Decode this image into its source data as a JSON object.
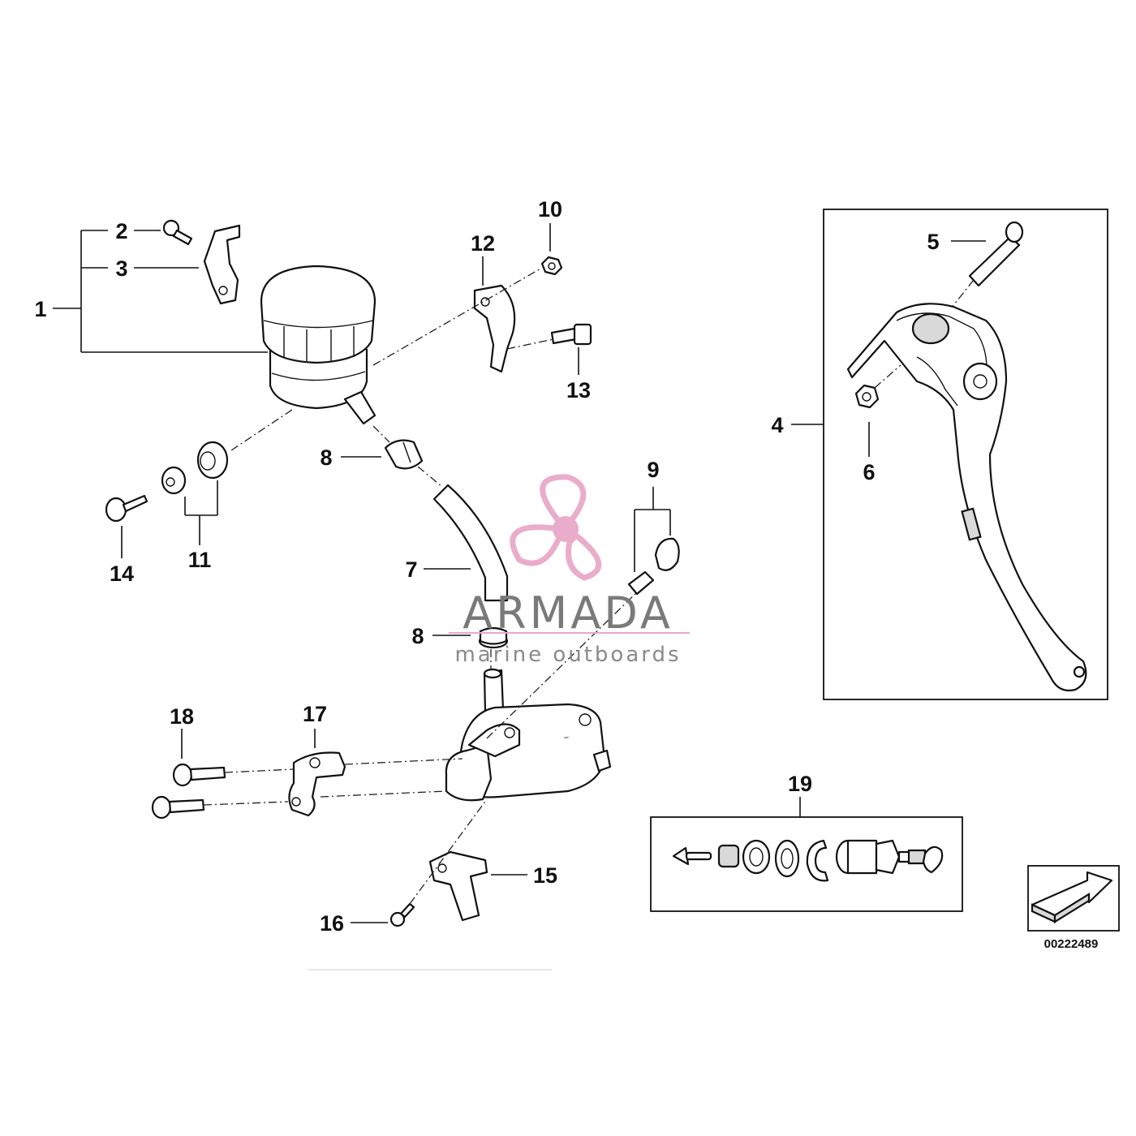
{
  "diagram": {
    "callouts": [
      "1",
      "2",
      "3",
      "4",
      "5",
      "6",
      "7",
      "8",
      "8",
      "9",
      "10",
      "11",
      "12",
      "13",
      "14",
      "15",
      "16",
      "17",
      "18",
      "19"
    ],
    "reference_number": "00222489",
    "watermark": {
      "brand": "ARMADA",
      "tagline": "marine outboards",
      "accent_color": "#e8a9c9"
    },
    "icons": [
      "propeller-logo-icon",
      "arrow-reference-icon"
    ]
  }
}
